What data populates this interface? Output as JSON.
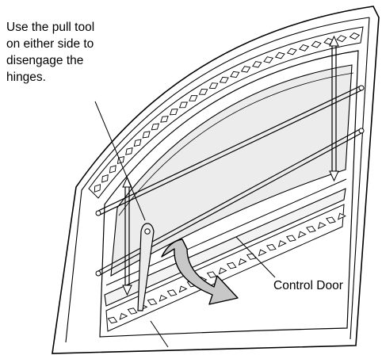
{
  "callouts": {
    "pull_tool_lines": [
      "Use the pull tool",
      "on either side to",
      "disengage the",
      "hinges."
    ],
    "control_door": "Control Door"
  },
  "colors": {
    "line": "#000000",
    "glass": "#ececec",
    "door_tint": "#f3f3f3",
    "arrow_fill": "#c8c8c8"
  }
}
